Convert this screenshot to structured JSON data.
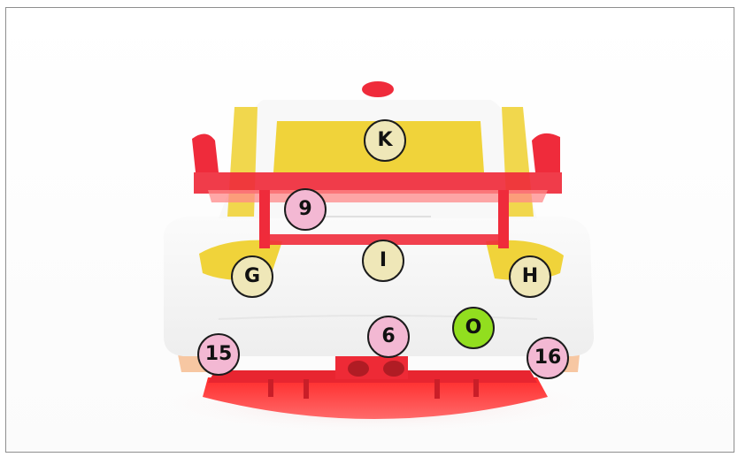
{
  "image": {
    "subject": "car-body-rear-view",
    "colors": {
      "body": "#f6f6f6",
      "accent_red": "#ef2b3b",
      "accent_yellow": "#f0d33a",
      "marker_letter": "#efe7b8",
      "marker_number": "#f3b8d3",
      "marker_green": "#92de1f",
      "marker_border": "#1c1c1c"
    }
  },
  "markers": {
    "k": "K",
    "nine": "9",
    "i": "I",
    "g": "G",
    "h": "H",
    "six": "6",
    "o": "O",
    "fifteen": "15",
    "sixteen": "16"
  }
}
